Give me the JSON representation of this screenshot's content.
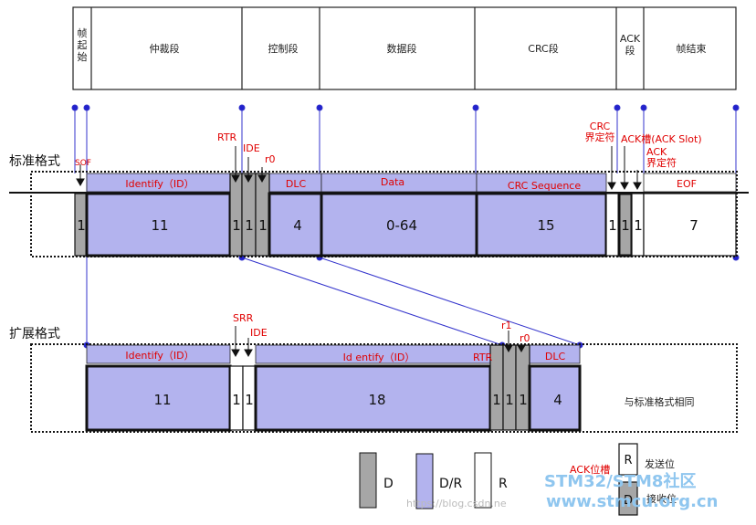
{
  "header": {
    "segments": [
      "帧\n起\n始",
      "仲裁段",
      "控制段",
      "数据段",
      "CRC段",
      "ACK\n段",
      "帧结束"
    ]
  },
  "standard": {
    "title": "标准格式",
    "red_labels": {
      "sof": "SOF",
      "rtr": "RTR",
      "ide": "IDE",
      "r0": "r0",
      "crc_delim": "CRC\n界定符",
      "ack_slot": "ACK槽(ACK Slot)",
      "ack_delim": "ACK\n界定符"
    },
    "fields": {
      "identify": "Identify（ID）",
      "dlc": "DLC",
      "data": "Data",
      "crc_seq": "CRC Sequence",
      "eof": "EOF"
    },
    "bits": {
      "sof": "1",
      "id": "11",
      "rtr": "1",
      "ide": "1",
      "r0": "1",
      "dlc": "4",
      "data": "0-64",
      "crc": "15",
      "crc_delim": "1",
      "ack": "1",
      "ack_delim": "1",
      "eof": "7"
    }
  },
  "extended": {
    "title": "扩展格式",
    "red_labels": {
      "srr": "SRR",
      "ide": "IDE",
      "r1": "r1",
      "r0": "r0",
      "rtr": "RTR"
    },
    "fields": {
      "identify1": "Identify（ID）",
      "identify2": "Id entify（ID）",
      "dlc": "DLC"
    },
    "bits": {
      "id1": "11",
      "srr": "1",
      "ide": "1",
      "id2": "18",
      "rtr": "1",
      "r1": "1",
      "r0": "1",
      "dlc": "4"
    },
    "same_as_standard": "与标准格式相同"
  },
  "legend": {
    "d": "D",
    "dr": "D/R",
    "r": "R",
    "ack_pos": "ACK位槽",
    "send_box": "R",
    "send": "发送位",
    "recv_box": "D",
    "recv": "接收位"
  },
  "watermark": {
    "text1": "STM32/STM8社区",
    "text2": "www.stmcu.org.cn",
    "url": "https://blog.csdn.ne"
  },
  "colors": {
    "dominant": "#a6a6a6",
    "dr": "#b3b3ee",
    "recessive": "#ffffff",
    "line": "#3333cc",
    "red": "#e00000"
  }
}
